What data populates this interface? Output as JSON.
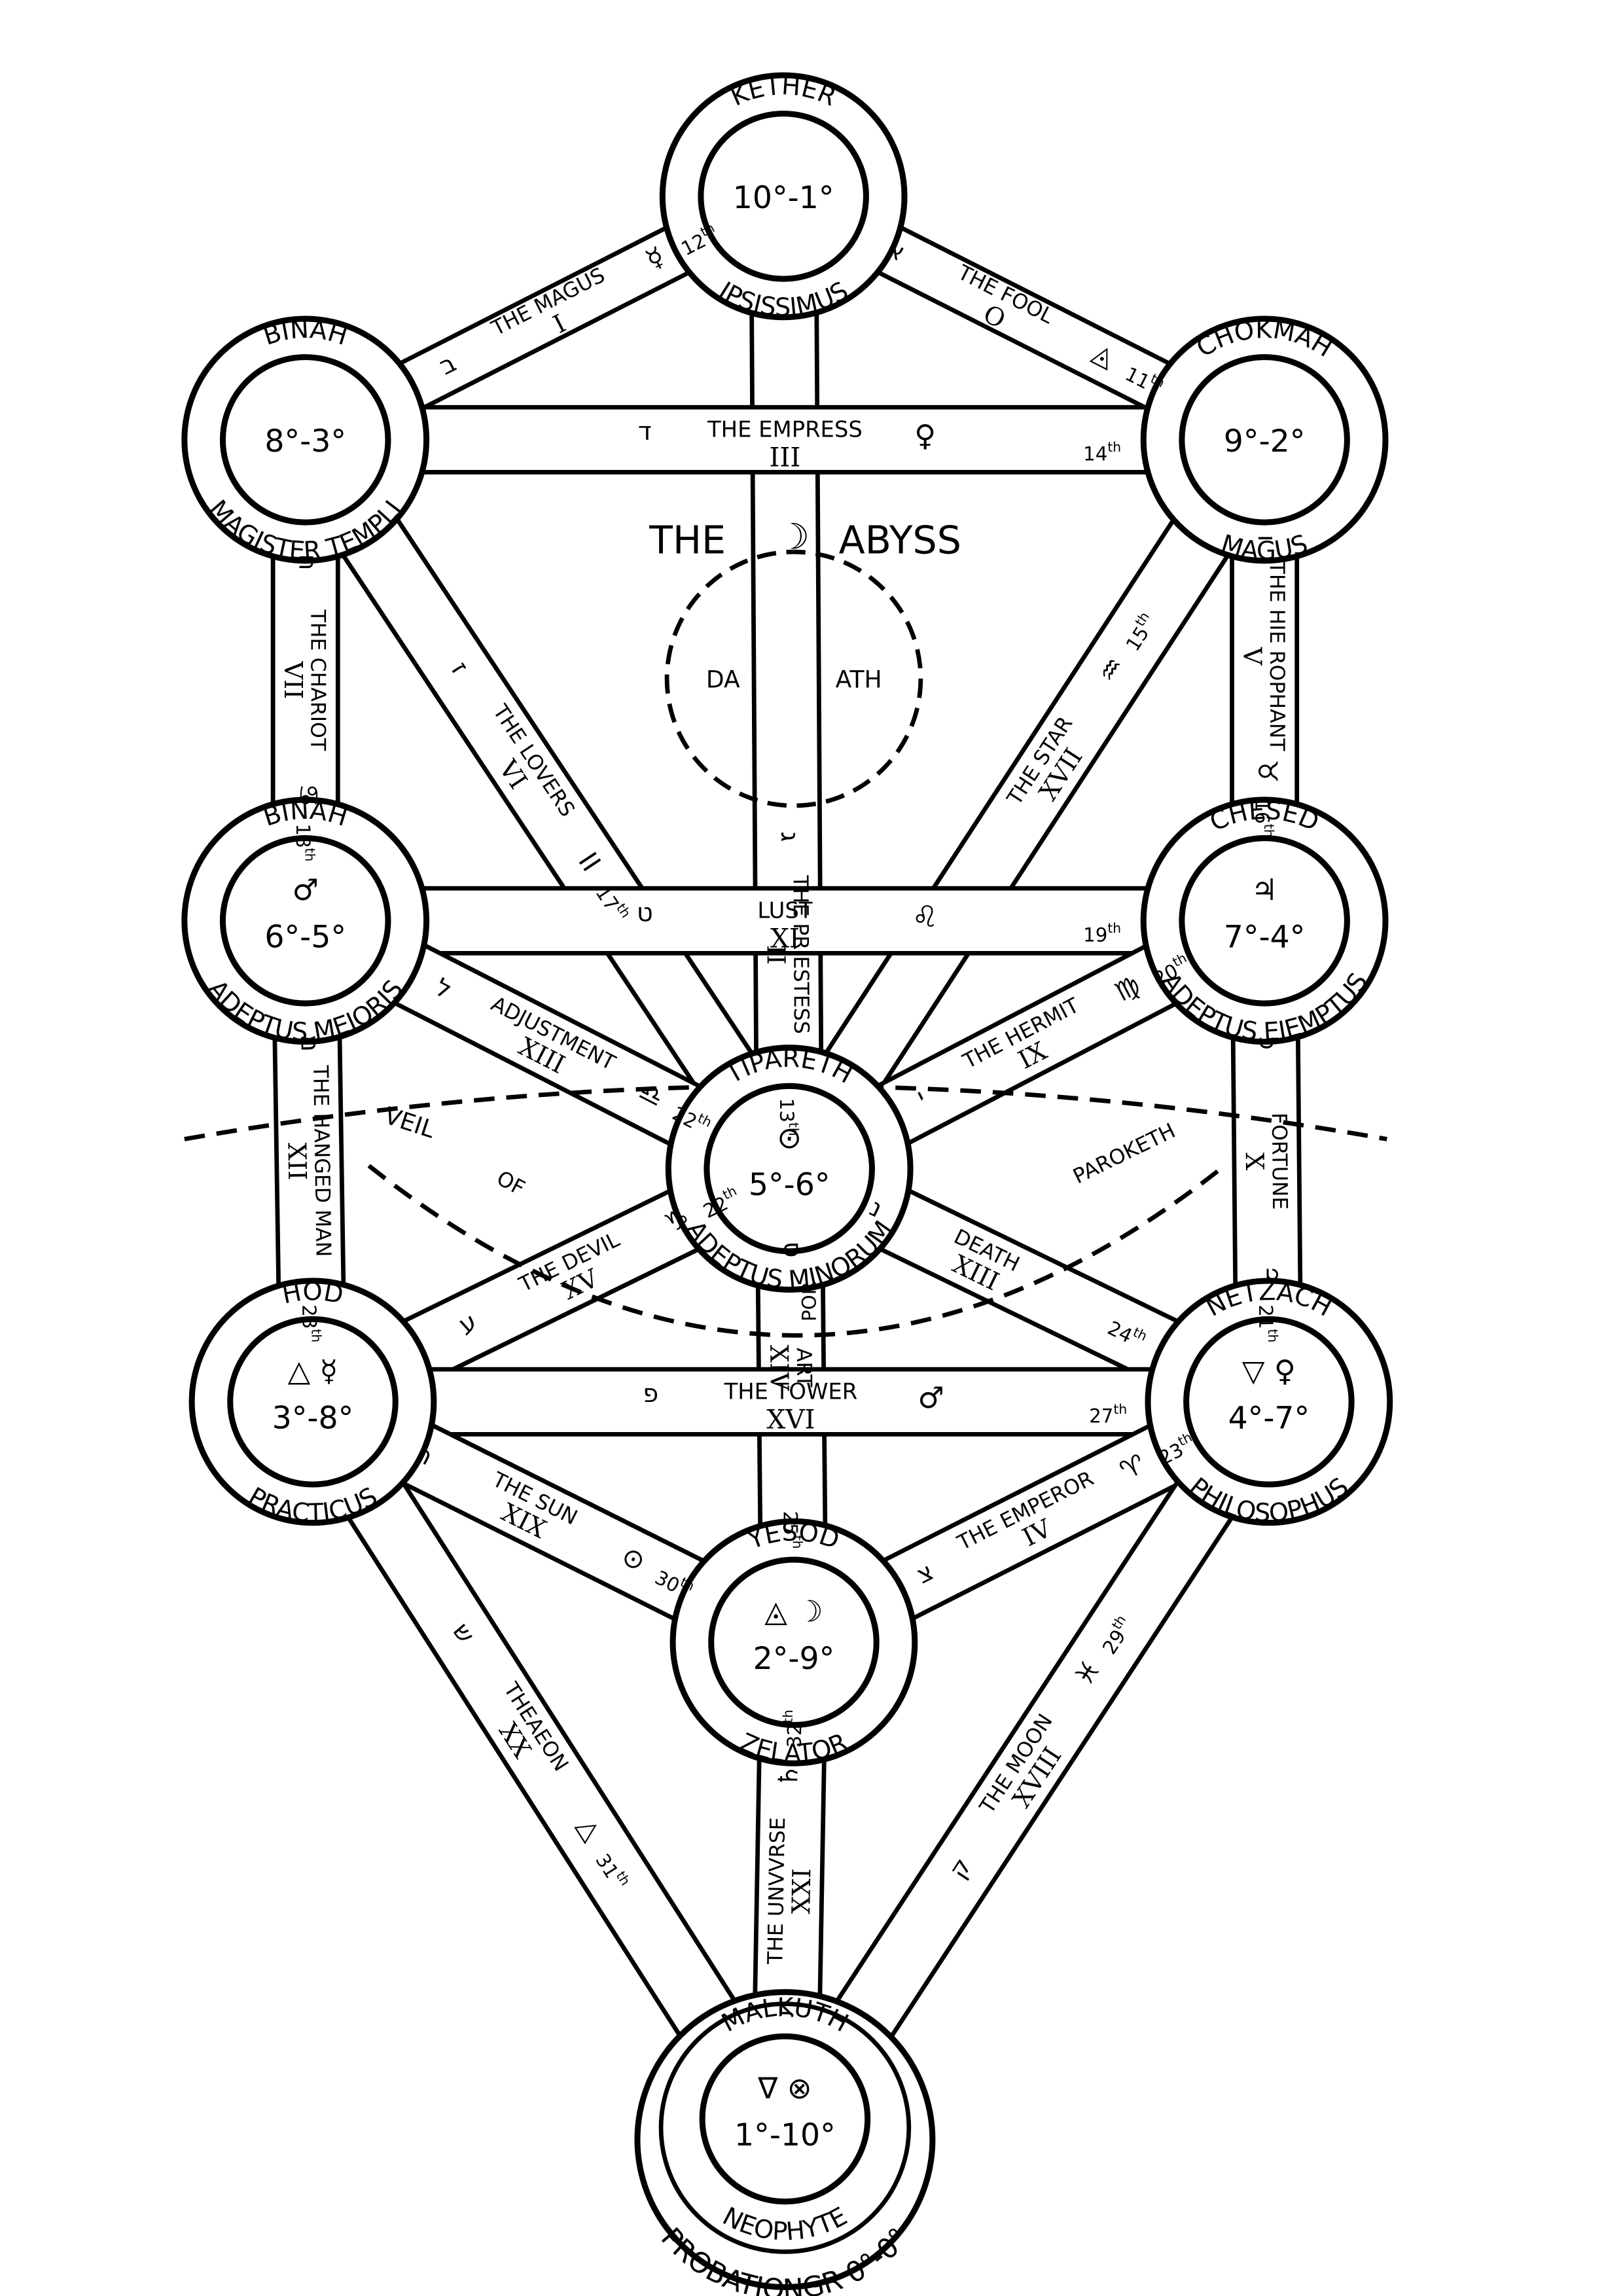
{
  "abyss": {
    "left": "THE",
    "right": "ABYSS",
    "symbol": "☽"
  },
  "daath": {
    "left": "DA",
    "right": "ATH"
  },
  "veil": {
    "w1": "VEIL",
    "w2": "OF",
    "w3": "PAROKETH",
    "w4": "POR"
  },
  "sephiroth": [
    {
      "id": "kether",
      "name": "KETHER",
      "value": "10°-1°",
      "symbols": "",
      "grade": "IPSISSIMUS"
    },
    {
      "id": "chokmah",
      "name": "CHOKMAH",
      "value": "9°-2°",
      "symbols": "",
      "grade": "MAGUS"
    },
    {
      "id": "binah",
      "name": "BINAH",
      "value": "8°-3°",
      "symbols": "",
      "grade": "MAGISTER TEMPLI"
    },
    {
      "id": "geburah",
      "name": "BINAH",
      "value": "6°-5°",
      "symbols": "♂",
      "grade": "ADEPTUS MEIORIS"
    },
    {
      "id": "chesed",
      "name": "CHESED",
      "value": "7°-4°",
      "symbols": "♃",
      "grade": "ADEPTUS EIEMPTUS"
    },
    {
      "id": "tiphareth",
      "name": "TIPARETH",
      "value": "5°-6°",
      "symbols": "⊙",
      "grade": "ADEPTUS MINORUM"
    },
    {
      "id": "hod",
      "name": "HOD",
      "value": "3°-8°",
      "symbols": "△ ☿",
      "grade": "PRACTICUS"
    },
    {
      "id": "netzach",
      "name": "NETZACH",
      "value": "4°-7°",
      "symbols": "▽ ♀",
      "grade": "PHILOSOPHUS"
    },
    {
      "id": "yesod",
      "name": "YESOD",
      "value": "2°-9°",
      "symbols": "◬ ☽",
      "grade": "ZELATOR"
    },
    {
      "id": "malkuth",
      "name": "MALKUTH",
      "value": "1°-10°",
      "symbols": "∇ ⊗",
      "grade": "NEOPHYTE",
      "outer": "PROBATIONGR 0°-0°"
    }
  ],
  "paths": [
    {
      "id": "p11",
      "title": "THE FOOL",
      "numeral": "O",
      "num": "11",
      "sup": "th",
      "letter": "א",
      "sign": "◬"
    },
    {
      "id": "p12",
      "title": "THE MAGUS",
      "numeral": "I",
      "num": "12",
      "sup": "th",
      "letter": "ב",
      "sign": "☿"
    },
    {
      "id": "p13",
      "title": "THE PRIESTESS",
      "numeral": "II",
      "num": "13",
      "sup": "th",
      "letter": "ג",
      "sign": ""
    },
    {
      "id": "p14",
      "title": "THE EMPRESS",
      "numeral": "III",
      "num": "14",
      "sup": "th",
      "letter": "ד",
      "sign": "♀"
    },
    {
      "id": "p15",
      "title": "THE STAR",
      "numeral": "XVII",
      "num": "15",
      "sup": "th",
      "letter": "",
      "sign": "♒"
    },
    {
      "id": "p16",
      "title": "THE HIE ROPHANT",
      "numeral": "V",
      "num": "16",
      "sup": "th",
      "letter": "ו",
      "sign": "♉"
    },
    {
      "id": "p17",
      "title": "THE LOVERS",
      "numeral": "VI",
      "num": "17",
      "sup": "th",
      "letter": "ז",
      "sign": "II"
    },
    {
      "id": "p18",
      "title": "THE CHARIOT",
      "numeral": "VII",
      "num": "18",
      "sup": "th",
      "letter": "ח",
      "sign": "♋"
    },
    {
      "id": "p19",
      "title": "LUST",
      "numeral": "XI",
      "num": "19",
      "sup": "th",
      "letter": "ט",
      "sign": "♌"
    },
    {
      "id": "p20",
      "title": "THE HERMIT",
      "numeral": "IX",
      "num": "20",
      "sup": "th",
      "letter": "י",
      "sign": "♍"
    },
    {
      "id": "p21",
      "title": "FORTUNE",
      "numeral": "X",
      "num": "21",
      "sup": "th",
      "letter": "כ",
      "sign": "♃"
    },
    {
      "id": "p22",
      "title": "ADJUSTMENT",
      "numeral": "XIII",
      "num": "22",
      "sup": "th",
      "letter": "ל",
      "sign": "♎"
    },
    {
      "id": "p23",
      "title": "THE HANGED MAN",
      "numeral": "XII",
      "num": "23",
      "sup": "th",
      "letter": "מ",
      "sign": ""
    },
    {
      "id": "p24",
      "title": "DEATH",
      "numeral": "XIII",
      "num": "24",
      "sup": "th",
      "letter": "נ",
      "sign": ""
    },
    {
      "id": "p25",
      "title": "ART",
      "numeral": "XIV",
      "num": "25",
      "sup": "th",
      "letter": "ס",
      "sign": ""
    },
    {
      "id": "p26",
      "title": "THE DEVIL",
      "numeral": "XV",
      "num": "22",
      "sup": "th",
      "letter": "ע",
      "sign": "♑"
    },
    {
      "id": "p27",
      "title": "THE TOWER",
      "numeral": "XVI",
      "num": "27",
      "sup": "th",
      "letter": "פ",
      "sign": "♂"
    },
    {
      "id": "p28",
      "title": "THE EMPEROR",
      "numeral": "IV",
      "num": "23",
      "sup": "th",
      "letter": "צ",
      "sign": "♈"
    },
    {
      "id": "p29",
      "title": "THE MOON",
      "numeral": "XVIII",
      "num": "29",
      "sup": "th",
      "letter": "ק",
      "sign": "♓"
    },
    {
      "id": "p30",
      "title": "THE SUN",
      "numeral": "XIX",
      "num": "30",
      "sup": "th",
      "letter": "ר",
      "sign": "⊙"
    },
    {
      "id": "p31",
      "title": "THEAEON",
      "numeral": "XX",
      "num": "31",
      "sup": "th",
      "letter": "ש",
      "sign": "△"
    },
    {
      "id": "p32",
      "title": "THE UNVVRSE",
      "numeral": "XXI",
      "num": "32",
      "sup": "th",
      "letter": "ת",
      "sign": "♄"
    }
  ]
}
